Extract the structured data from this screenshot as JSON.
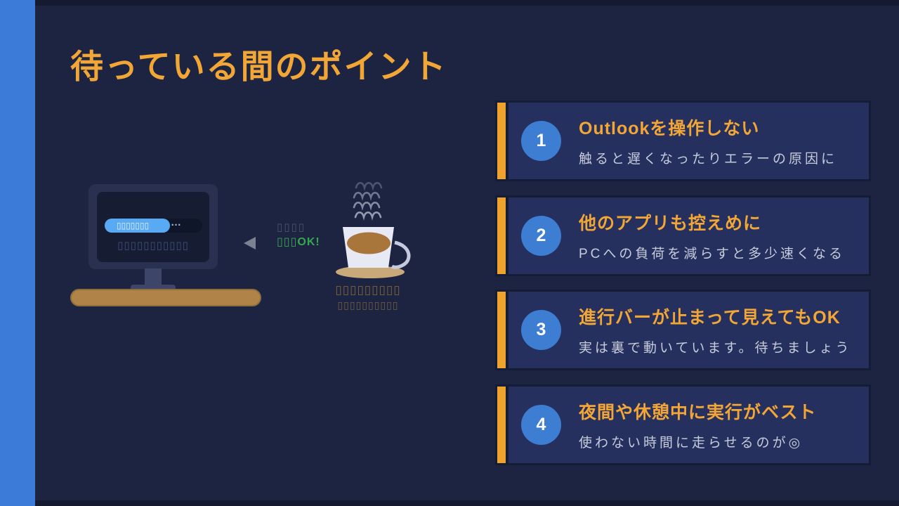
{
  "slide": {
    "title": "待っている間のポイント"
  },
  "illustration": {
    "monitor": {
      "progress_bar_text": "▯▯▯▯▯▯▯",
      "progress_dots": "…",
      "caption": "▯▯▯▯▯▯▯▯▯▯▯"
    },
    "speech": {
      "line1": "▯▯▯▯",
      "line2_prefix": "▯▯▯",
      "line2_suffix": "OK!"
    },
    "coffee_caption": {
      "line1": "▯▯▯▯▯▯▯▯▯",
      "line2": "▯▯▯▯▯▯▯▯▯▯"
    }
  },
  "points": [
    {
      "number": "1",
      "title": "Outlookを操作しない",
      "description": "触ると遅くなったりエラーの原因に"
    },
    {
      "number": "2",
      "title": "他のアプリも控えめに",
      "description": "PCへの負荷を減らすと多少速くなる"
    },
    {
      "number": "3",
      "title": "進行バーが止まって見えてもOK",
      "description": "実は裏で動いています。待ちましょう"
    },
    {
      "number": "4",
      "title": "夜間や休憩中に実行がベスト",
      "description": "使わない時間に走らせるのが◎"
    }
  ],
  "colors": {
    "accent_orange": "#f0a22e",
    "title_orange": "#f2a636",
    "sidebar_blue": "#3c7cd8",
    "number_circle_blue": "#3d7ed2",
    "card_background": "#26305e",
    "slide_background": "#1d2442",
    "page_background": "#141a30",
    "progress_fill_blue": "#58aaf4",
    "ok_green": "#35a84e"
  }
}
